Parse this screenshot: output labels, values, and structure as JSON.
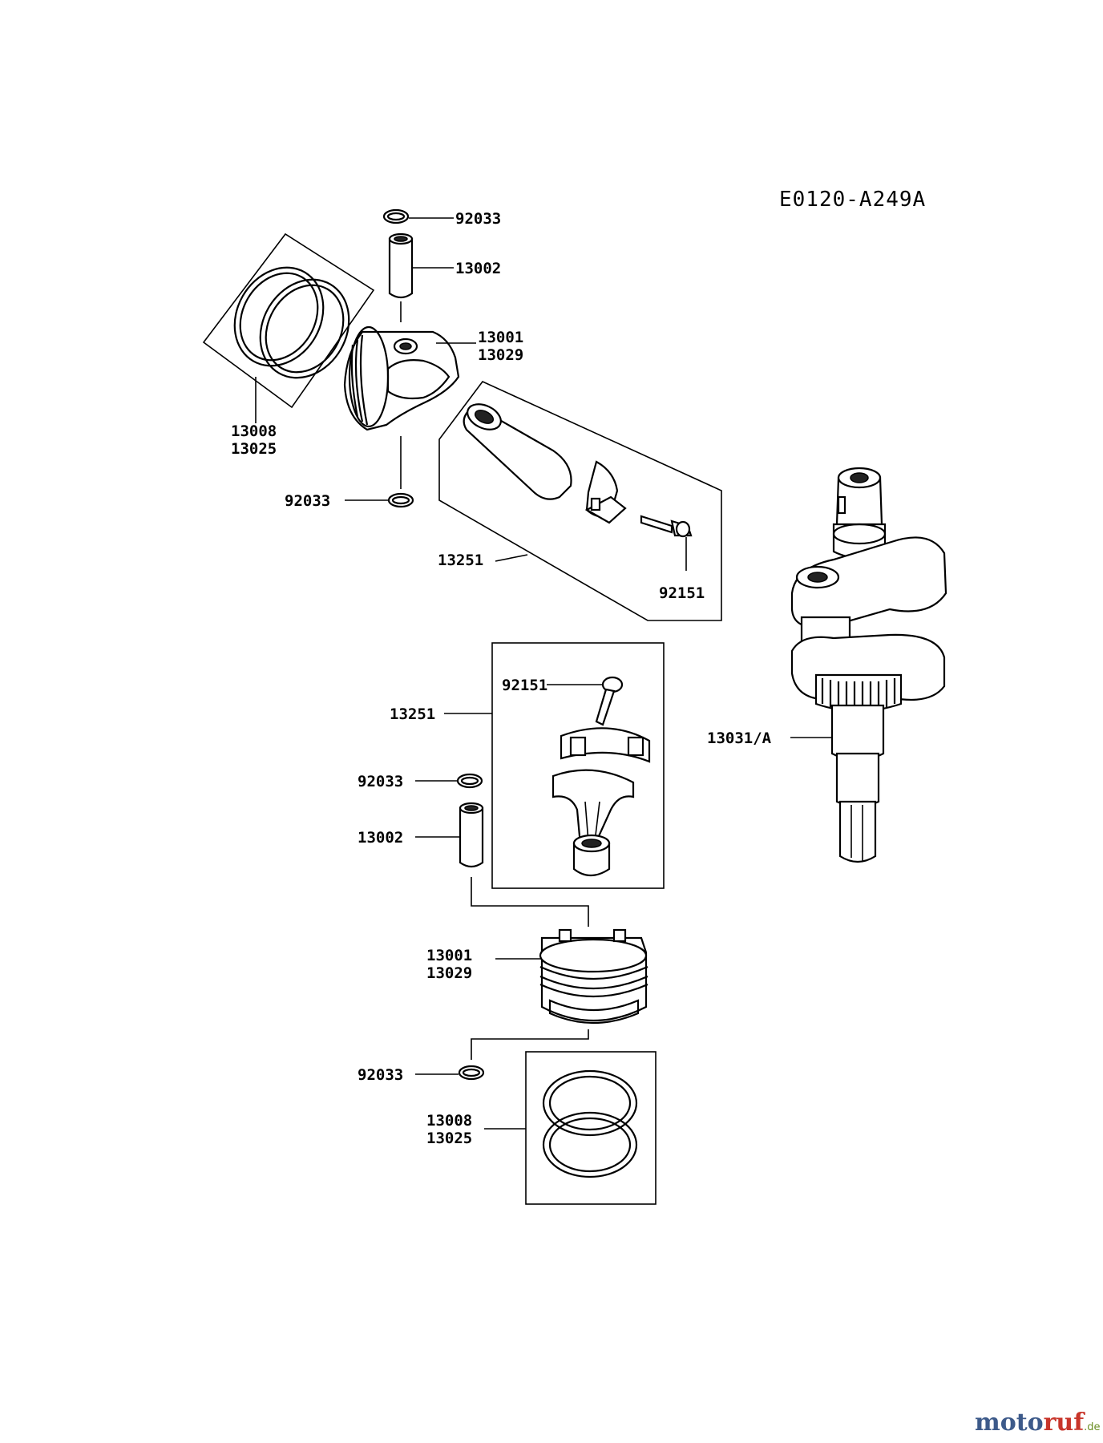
{
  "diagram_code": "E0120-A249A",
  "labels": {
    "upper_circlip_top": "92033",
    "upper_pin": "13002",
    "upper_piston_a": "13001",
    "upper_piston_b": "13029",
    "upper_rings_a": "13008",
    "upper_rings_b": "13025",
    "upper_circlip_bottom": "92033",
    "upper_conrod": "13251",
    "upper_bolt": "92151",
    "crankshaft": "13031/A",
    "lower_bolt": "92151",
    "lower_conrod": "13251",
    "lower_circlip_top": "92033",
    "lower_pin": "13002",
    "lower_piston_a": "13001",
    "lower_piston_b": "13029",
    "lower_circlip_bottom": "92033",
    "lower_rings_a": "13008",
    "lower_rings_b": "13025"
  },
  "watermark": {
    "brand_a": "moto",
    "brand_b": "ruf",
    "tld": ".de",
    "colors": {
      "brand_a": "#3d5a8a",
      "brand_b": "#c8352a",
      "tld": "#6b8e23"
    }
  }
}
